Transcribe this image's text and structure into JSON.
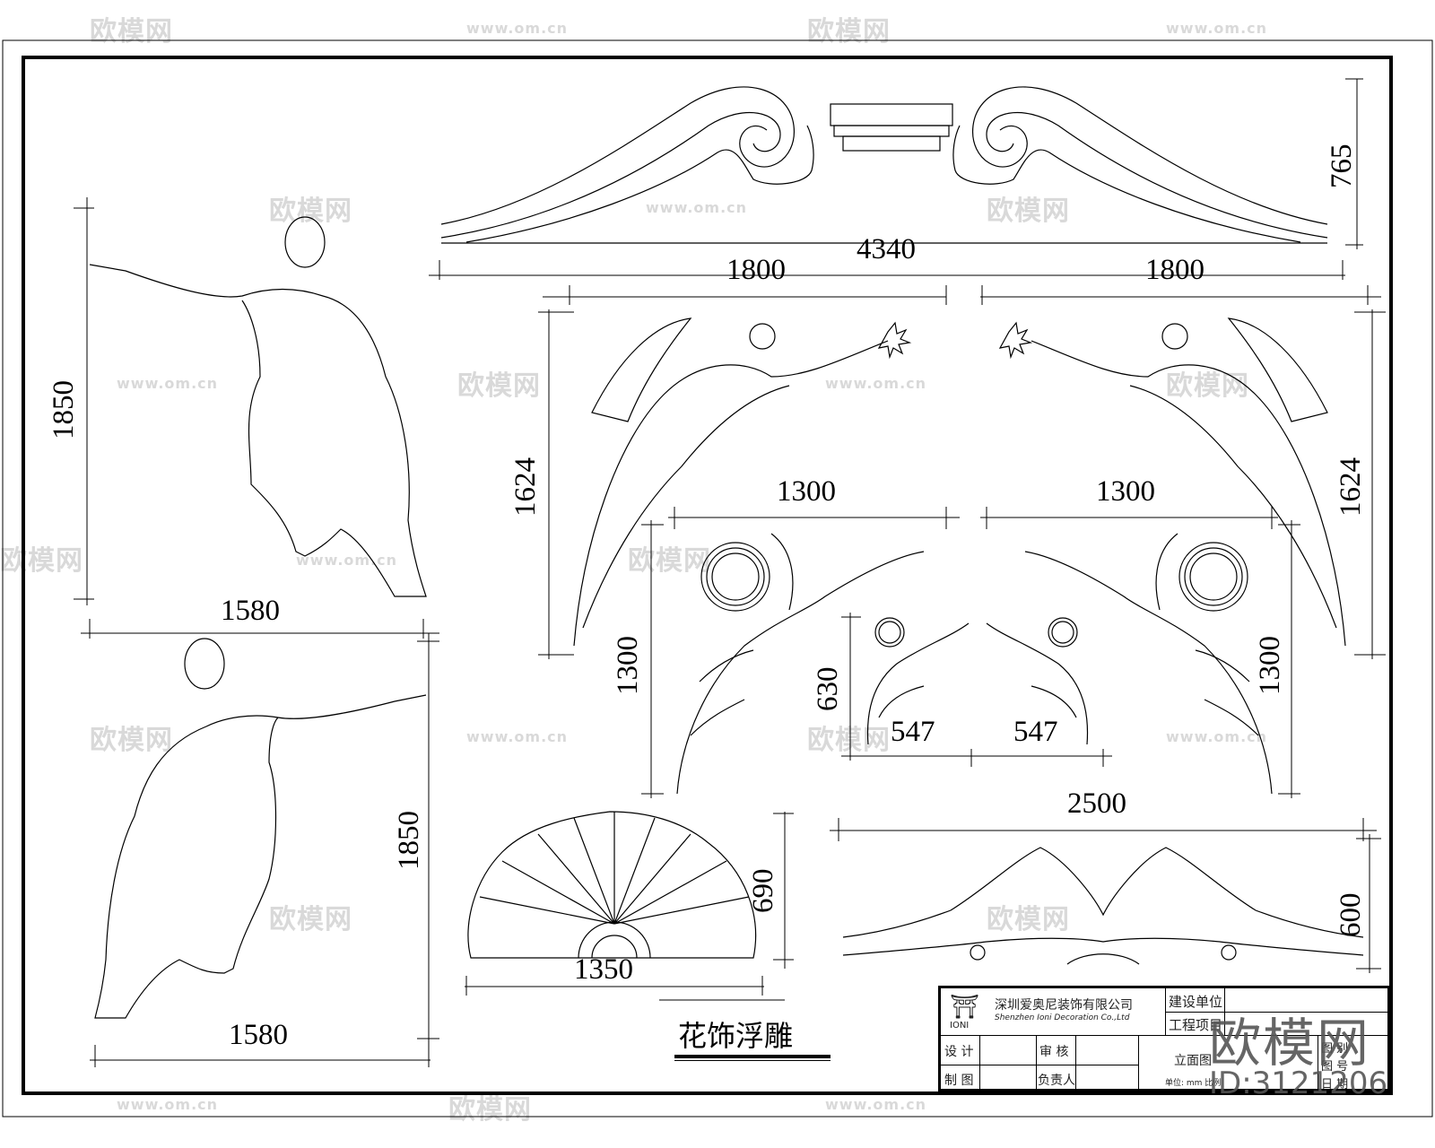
{
  "drawing": {
    "title": "花饰浮雕",
    "watermarks": {
      "logo_text": "欧模网",
      "url_text": "www.om.cn",
      "big_logo": "欧模网",
      "id_text": "ID:3121206"
    },
    "dimensions": {
      "pediment_width": "4340",
      "pediment_height": "765",
      "angle_left_width": "1800",
      "angle_right_width": "1800",
      "angle_left_height": "1624",
      "angle_right_height": "1624",
      "figure_top_height": "1850",
      "figure_top_width": "1580",
      "figure_bottom_height": "1850",
      "figure_bottom_width": "1580",
      "corner_left_width": "1300",
      "corner_right_width": "1300",
      "corner_left_height": "1300",
      "corner_right_height": "1300",
      "small_corner_height": "630",
      "small_corner_left_width": "547",
      "small_corner_right_width": "547",
      "shell_width": "1350",
      "shell_height": "690",
      "garland_width": "2500",
      "garland_height": "600"
    },
    "title_block": {
      "company_cn": "深圳爱奥尼装饰有限公司",
      "company_en": "Shenzhen Ioni Decoration Co.,Ltd",
      "logo_label": "IONI",
      "construction_unit_label": "建设单位",
      "project_label": "工程项目",
      "design_label": "设 计",
      "review_label": "审 核",
      "drawing_label": "制 图",
      "responsible_label": "负责人",
      "view_label": "立面图",
      "unit_label": "单位: mm 比例",
      "drawing_no_label": "图 别",
      "sheet_no_label": "图 号",
      "date_label": "日 期"
    }
  }
}
